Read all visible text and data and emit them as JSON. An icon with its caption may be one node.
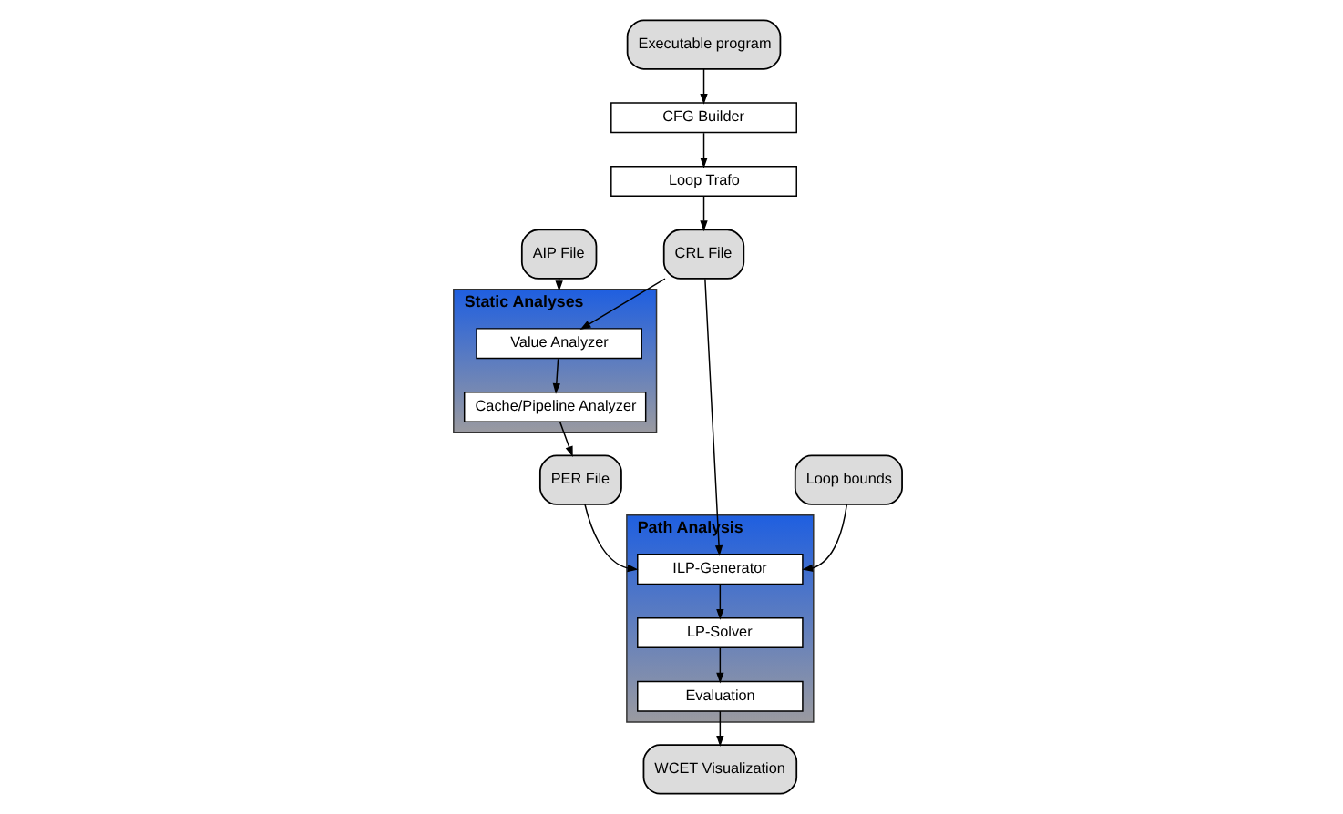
{
  "diagram": {
    "nodes": [
      {
        "text": [
          "Executable program"
        ]
      },
      {
        "text": [
          "CFG Builder"
        ]
      },
      {
        "text": [
          "Loop Trafo"
        ]
      },
      {
        "text": [
          "CRL File"
        ]
      },
      {
        "text": [
          "Static Analyses"
        ]
      },
      {
        "text": [
          "Value Analyzer"
        ],
        "in": 4
      },
      {
        "text": [
          "Cache/Pipeline Analyzer"
        ],
        "in": 4
      },
      {
        "text": [
          "AIP File"
        ]
      },
      {
        "text": [
          "PER File"
        ]
      },
      {
        "text": [
          "Path Analysis"
        ]
      },
      {
        "text": [
          "ILP-Generator"
        ],
        "in": 9
      },
      {
        "text": [
          "LP-Solver"
        ],
        "in": 9
      },
      {
        "text": [
          "Evaluation"
        ],
        "in": 9
      },
      {
        "text": [
          "Loop bounds"
        ]
      },
      {
        "text": [
          "WCET Visualization"
        ]
      }
    ],
    "edges": [
      {
        "from": 0,
        "to": 1,
        "arrow": "to"
      },
      {
        "from": 1,
        "to": 2,
        "arrow": "to"
      },
      {
        "from": 2,
        "to": 3,
        "arrow": "to"
      },
      {
        "from": 3,
        "to": 5,
        "arrow": "to"
      },
      {
        "from": 3,
        "to": 10,
        "arrow": "to"
      },
      {
        "from": 5,
        "to": 6,
        "arrow": "to"
      },
      {
        "from": 7,
        "to": 4,
        "arrow": "to"
      },
      {
        "from": 6,
        "to": 8,
        "arrow": "to"
      },
      {
        "from": 8,
        "to": 10,
        "arrow": "to"
      },
      {
        "from": 13,
        "to": 10,
        "arrow": "to"
      },
      {
        "from": 10,
        "to": 11,
        "arrow": "to"
      },
      {
        "from": 11,
        "to": 12,
        "arrow": "to"
      },
      {
        "from": 12,
        "to": 14,
        "arrow": "to"
      }
    ]
  }
}
